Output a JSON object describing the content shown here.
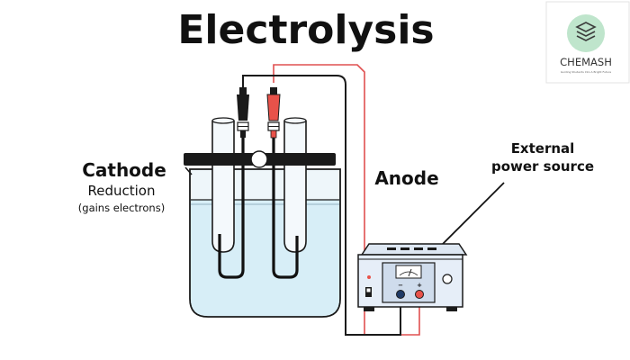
{
  "title": "Electrolysis",
  "labels": {
    "cathode": "Cathode",
    "cathode_sub": "Reduction",
    "cathode_detail": "(gains electrons)",
    "anode": "Anode",
    "power_line1": "External",
    "power_line2": "power source"
  },
  "logo": {
    "name": "CHEMASH",
    "tagline": "Guiding Students Into A Bright Future",
    "icon": "stacked-layers-icon"
  },
  "power_supply": {
    "minus_label": "−",
    "plus_label": "+"
  },
  "colors": {
    "black_wire": "#1a1a1a",
    "red_wire": "#e05050",
    "solution": "#d7eef7",
    "glass": "#eef6fa",
    "electrode_red": "#e8524a",
    "power_body": "#e6eef8",
    "logo_green": "#bfe5cc"
  }
}
